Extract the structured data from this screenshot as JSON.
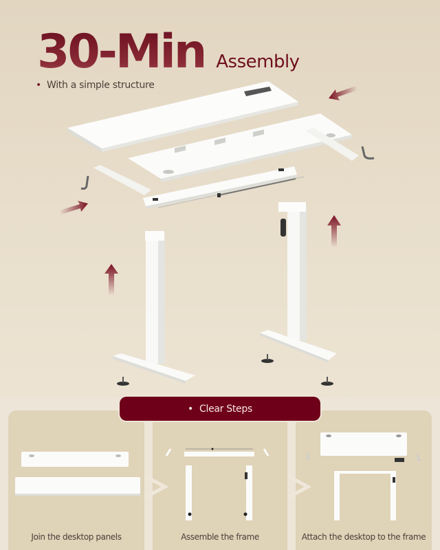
{
  "header": {
    "title_big": "30-Min",
    "title_small": "Assembly",
    "subtitle_bullet": "•",
    "subtitle": "With a simple structure"
  },
  "colors": {
    "brand": "#6f0019",
    "title": "#7a1a28",
    "panel_bg": "#dfd3b8",
    "page_bg": "#e6dcc8",
    "desk_white": "#fbfbf9",
    "text": "#4a4038"
  },
  "illustration": {
    "parts": [
      "desktop-panel-left",
      "desktop-panel-right",
      "crossbeam",
      "side-bracket-left",
      "side-bracket-right",
      "hook-left",
      "hook-right",
      "leg-left",
      "leg-right",
      "foot-left",
      "foot-right",
      "leveling-feet",
      "hand-crank"
    ],
    "arrows": [
      "arrow-top-right",
      "arrow-left",
      "arrow-up-left",
      "arrow-up-right"
    ]
  },
  "banner": {
    "bullet": "•",
    "label": "Clear Steps"
  },
  "steps": [
    {
      "label": "Join the desktop panels"
    },
    {
      "label": "Assemble the frame"
    },
    {
      "label": "Attach the desktop to the frame"
    }
  ]
}
